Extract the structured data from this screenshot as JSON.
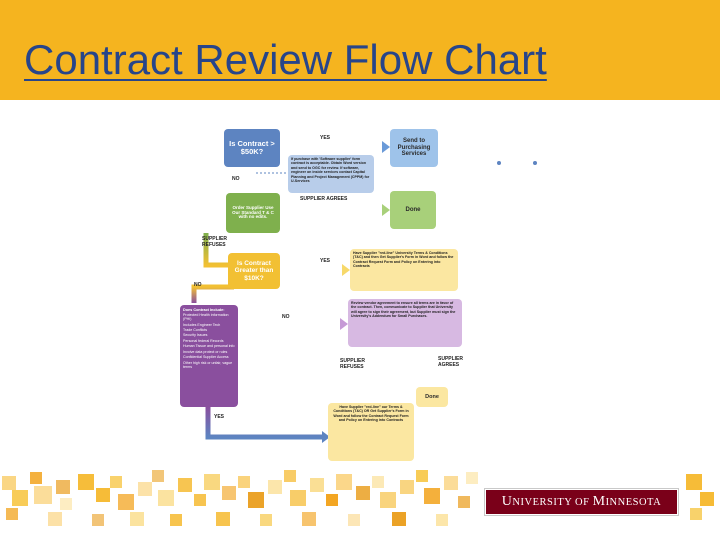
{
  "slide": {
    "title": "Contract Review Flow Chart"
  },
  "flowchart": {
    "nodes": {
      "decision_over_50k": "Is Contract > $50K?",
      "note_purchase_order": "If purchase with 'Software supplier' form contract is acceptable. Obtain Word version and send to OGC for review. If software, engineer on inside services contact Capital Planning and Project Management (CPPM) for U-Services",
      "send_to_purchasing": "Send to Purchasing Services",
      "order_supplier_standard": "Order Supplier Use Our Standard T & C with no edits.",
      "done_1": "Done",
      "decision_greater_10k": "Is Contract Greater than $10K?",
      "note_supplier_terms": "Have Supplier \"red-line\" University Terms & Conditions (T&C) and then Get Supplier's Form in Word and follow the Contract Request Form and Policy on Entering into Contracts",
      "review_agreement": "Review vendor agreement to ensure all terms are in favor of the contract. Then, communicate to Supplier that University will agree to sign their agreement, but Supplier must sign the University's Addendum for Small Purchases.",
      "done_2": "Done",
      "final_options": "Have Supplier \"red-line\" our Terms & Conditions (T&C) OR Get Supplier's Form in Word and follow the Contract Request Form and Policy on Entering into Contracts"
    },
    "checklist": {
      "heading": "Does Contract Include:",
      "items": [
        "Protected Health information (PHI)",
        "Includes Engineer Tech",
        "Trade Conflicts",
        "Security Issues",
        "Personal federal Records",
        "Human Tissue and personal info",
        "Involve data protect or rules",
        "Confidential Supplier Access",
        "Other high risk or unfair, vague terms"
      ]
    },
    "edges": {
      "yes_1": "YES",
      "no_1": "NO",
      "supplier_agrees_1": "SUPPLIER AGREES",
      "supplier_refuses_1": "SUPPLIER REFUSES",
      "yes_2": "YES",
      "no_2": "NO",
      "no_3": "NO",
      "supplier_refuses_2": "SUPPLIER REFUSES",
      "supplier_agrees_2": "SUPPLIER AGREES",
      "yes_3": "YES"
    }
  },
  "footer": {
    "logo_text_big_1": "U",
    "logo_text_small_1": "NIVERSITY OF ",
    "logo_text_big_2": "M",
    "logo_text_small_2": "INNESOTA"
  },
  "colors": {
    "header": "#f5b41f",
    "title": "#27458a",
    "blue": "#5d84c1",
    "green": "#7fb04d",
    "yellow": "#f2c033",
    "purple": "#8a4f9e",
    "light_purple": "#d7b9e2",
    "light_yellow": "#fbe7a1",
    "maroon": "#7a0019"
  }
}
